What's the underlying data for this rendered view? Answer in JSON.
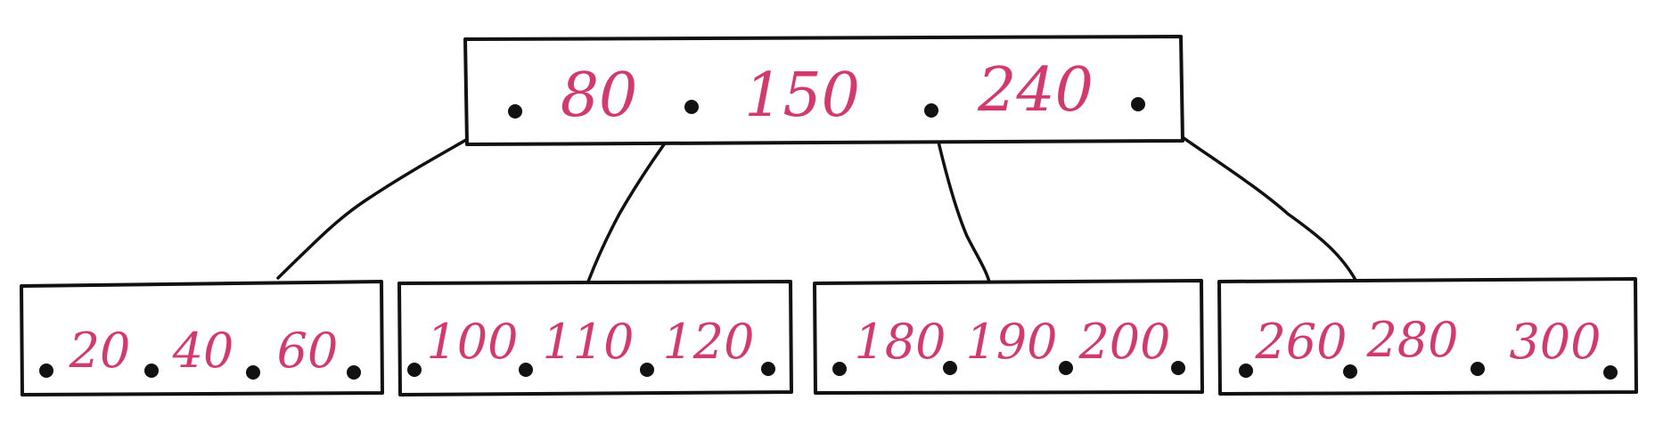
{
  "colors": {
    "key": "#d23a6e",
    "ink": "#111111",
    "background": "#ffffff"
  },
  "tree": {
    "root": {
      "keys": [
        "80",
        "150",
        "240"
      ]
    },
    "leaves": [
      {
        "keys": [
          "20",
          "40",
          "60"
        ]
      },
      {
        "keys": [
          "100",
          "110",
          "120"
        ]
      },
      {
        "keys": [
          "180",
          "190",
          "200"
        ]
      },
      {
        "keys": [
          "260",
          "280",
          "300"
        ]
      }
    ]
  }
}
